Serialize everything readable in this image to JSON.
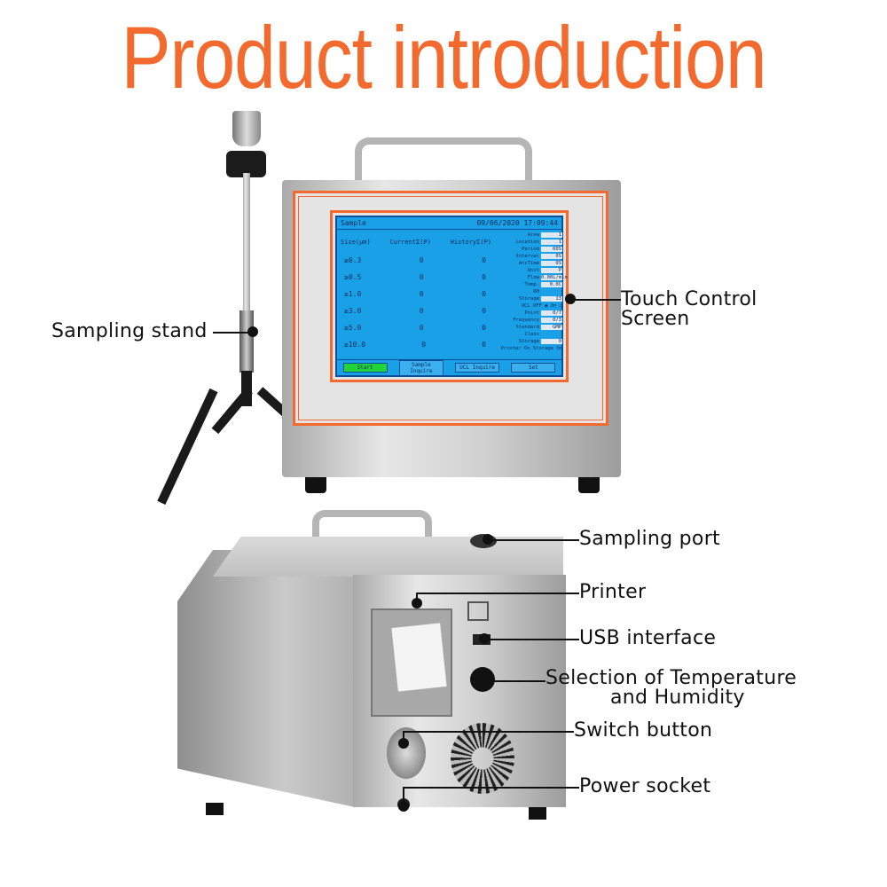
{
  "title": "Product introduction",
  "labels": {
    "sampling_stand": "Sampling stand",
    "touch_screen_1": "Touch Control",
    "touch_screen_2": "Screen",
    "sampling_port": "Sampling port",
    "printer": "Printer",
    "usb": "USB interface",
    "temp_1": "Selection of Temperature",
    "temp_2": "and Humidity",
    "switch": "Switch button",
    "power": "Power socket"
  },
  "screen": {
    "title": "Sample",
    "datetime": "09/06/2020 17:09:44",
    "columns": [
      "Size(μm)",
      "CurrentΣ(P)",
      "HistoryΣ(P)"
    ],
    "rows": [
      {
        "size": "≥0.3",
        "current": "0",
        "history": "0"
      },
      {
        "size": "≥0.5",
        "current": "0",
        "history": "0"
      },
      {
        "size": "≥1.0",
        "current": "0",
        "history": "0"
      },
      {
        "size": "≥3.0",
        "current": "0",
        "history": "0"
      },
      {
        "size": "≥5.0",
        "current": "0",
        "history": "0"
      },
      {
        "size": "≥10.0",
        "current": "0",
        "history": "0"
      }
    ],
    "params": [
      {
        "k": "Area",
        "v": "1"
      },
      {
        "k": "Location",
        "v": "1"
      },
      {
        "k": "Period",
        "v": "60S"
      },
      {
        "k": "Interval",
        "v": "0S"
      },
      {
        "k": "AccTime",
        "v": "0S"
      },
      {
        "k": "Unit",
        "v": "P"
      },
      {
        "k": "Flow",
        "v": "0.00L/min"
      },
      {
        "k": "Temp.",
        "v": "0.0C"
      },
      {
        "k": "RH",
        "v": ""
      },
      {
        "k": "Storage",
        "v": "13"
      }
    ],
    "ucl": "UCL OFF ◉ On ○",
    "params2": [
      {
        "k": "Point",
        "v": "0/7"
      },
      {
        "k": "Frequency",
        "v": "0/3"
      },
      {
        "k": "Standard",
        "v": "GMP"
      },
      {
        "k": "Class",
        "v": ""
      },
      {
        "k": "Storage",
        "v": "0"
      }
    ],
    "printer_storage": "Printer On  Storage On",
    "buttons": [
      "Start",
      "Sample Inquire",
      "UCL Inquire",
      "Set"
    ]
  }
}
